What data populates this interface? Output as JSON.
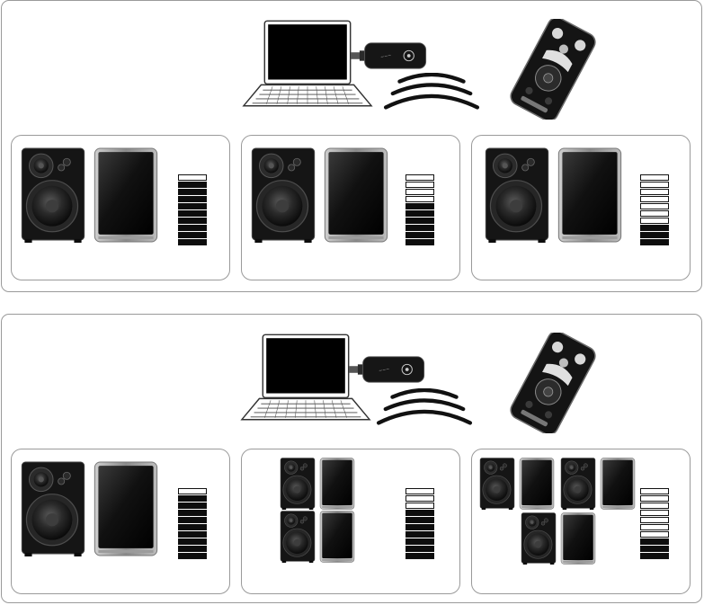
{
  "colors": {
    "panel_border": "#9a9a9a",
    "device_dark": "#141414",
    "screen_black": "#000000",
    "level_on": "#0d0d0d",
    "level_off": "#ffffff"
  },
  "icons": [
    "laptop-icon",
    "usb-transmitter-icon",
    "wireless-waves-icon",
    "remote-control-icon",
    "speaker-icon",
    "tablet-panel-icon"
  ],
  "scenarios": [
    {
      "zones": [
        {
          "devices": 1,
          "level": {
            "segments": 10,
            "lit": 9
          }
        },
        {
          "devices": 1,
          "level": {
            "segments": 10,
            "lit": 6
          }
        },
        {
          "devices": 1,
          "level": {
            "segments": 10,
            "lit": 3
          }
        }
      ]
    },
    {
      "zones": [
        {
          "devices": 1,
          "level": {
            "segments": 10,
            "lit": 9
          }
        },
        {
          "devices": 2,
          "level": {
            "segments": 10,
            "lit": 7
          }
        },
        {
          "devices": 3,
          "level": {
            "segments": 10,
            "lit": 3
          }
        }
      ]
    }
  ]
}
